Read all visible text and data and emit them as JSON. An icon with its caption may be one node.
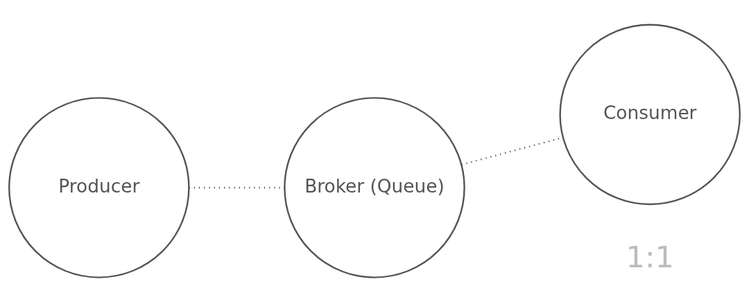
{
  "diagram": {
    "nodes": [
      {
        "text": [
          "Producer"
        ]
      },
      {
        "text": [
          "Broker (Queue)"
        ]
      },
      {
        "text": [
          "Consumer"
        ]
      }
    ],
    "edges": [
      {
        "from": 0,
        "to": 1,
        "arrow": "none",
        "style": "dashed"
      },
      {
        "from": 1,
        "to": 2,
        "arrow": "none",
        "style": "dashed"
      }
    ],
    "labels": [
      "1:1"
    ]
  }
}
